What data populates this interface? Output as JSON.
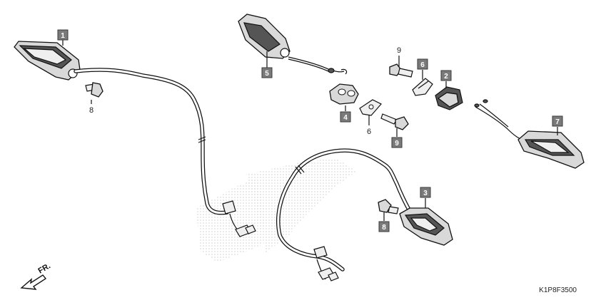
{
  "diagram": {
    "drawing_code": "K1P8F3500",
    "direction_label": "FR.",
    "callouts": [
      {
        "id": "1",
        "boxed": true
      },
      {
        "id": "5",
        "boxed": true
      },
      {
        "id": "8",
        "boxed": false
      },
      {
        "id": "4",
        "boxed": true
      },
      {
        "id": "6",
        "boxed": false
      },
      {
        "id": "9",
        "boxed": false
      },
      {
        "id": "6",
        "boxed": true
      },
      {
        "id": "2",
        "boxed": true
      },
      {
        "id": "9",
        "boxed": true
      },
      {
        "id": "7",
        "boxed": true
      },
      {
        "id": "3",
        "boxed": true
      },
      {
        "id": "8",
        "boxed": true
      }
    ]
  }
}
